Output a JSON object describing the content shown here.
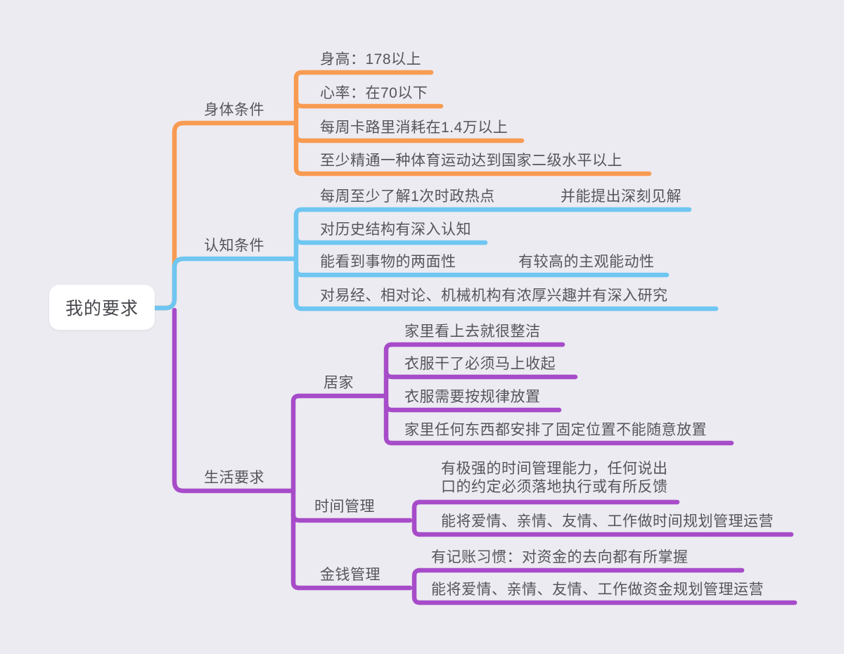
{
  "canvas": {
    "background": "#ECEBF1"
  },
  "colors": {
    "orange": "#F89B52",
    "blue": "#6FC6F1",
    "purple": "#A74CC9"
  },
  "root": {
    "label": "我的要求"
  },
  "physical": {
    "label": "身体条件",
    "items": {
      "height": "身高：178以上",
      "heart_rate": "心率：在70以下",
      "calories": "每周卡路里消耗在1.4万以上",
      "sports": "至少精通一种体育运动达到国家二级水平以上"
    }
  },
  "cognitive": {
    "label": "认知条件",
    "items": {
      "news": "每周至少了解1次时政热点",
      "news_sub": "并能提出深刻见解",
      "history": "对历史结构有深入认知",
      "two_sides": "能看到事物的两面性",
      "two_sides_sub": "有较高的主观能动性",
      "interests": "对易经、相对论、机械机构有浓厚兴趣并有深入研究"
    }
  },
  "life": {
    "label": "生活要求",
    "home": {
      "label": "居家",
      "items": {
        "tidy": "家里看上去就很整洁",
        "dry_clothes": "衣服干了必须马上收起",
        "clothes_order": "衣服需要按规律放置",
        "fixed_place": "家里任何东西都安排了固定位置不能随意放置"
      }
    },
    "time": {
      "label": "时间管理",
      "items": {
        "ability": "有极强的时间管理能力，任何说出\n口的约定必须落地执行或有所反馈",
        "planning": "能将爱情、亲情、友情、工作做时间规划管理运营"
      }
    },
    "money": {
      "label": "金钱管理",
      "items": {
        "bookkeeping": "有记账习惯：对资金的去向都有所掌握",
        "planning": "能将爱情、亲情、友情、工作做资金规划管理运营"
      }
    }
  }
}
